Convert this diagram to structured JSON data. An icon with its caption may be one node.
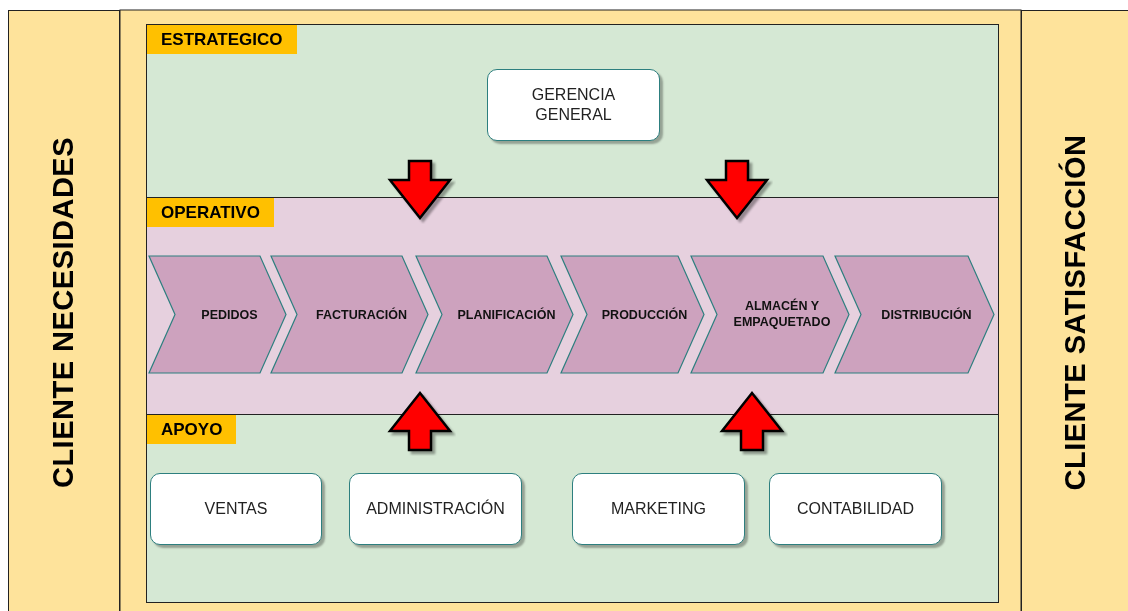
{
  "diagram": {
    "nodes": [
      {
        "text": [
          "CLIENTE NECESIDADES"
        ]
      },
      {
        "text": [
          "CLIENTE SATISFACCIÓN"
        ]
      },
      {
        "text": [
          "ESTRATEGICO"
        ]
      },
      {
        "text": [
          "GERENCIA GENERAL"
        ],
        "in": 2
      },
      {
        "text": [
          "OPERATIVO"
        ]
      },
      {
        "text": [
          "PEDIDOS"
        ],
        "in": 4
      },
      {
        "text": [
          "FACTURACIÓN"
        ],
        "in": 4
      },
      {
        "text": [
          "PLANIFICACIÓN"
        ],
        "in": 4
      },
      {
        "text": [
          "PRODUCCIÓN"
        ],
        "in": 4
      },
      {
        "text": [
          "ALMACÉN Y EMPAQUETADO"
        ],
        "in": 4
      },
      {
        "text": [
          "DISTRIBUCIÓN"
        ],
        "in": 4
      },
      {
        "text": [
          "APOYO"
        ]
      },
      {
        "text": [
          "VENTAS"
        ],
        "in": 11
      },
      {
        "text": [
          "ADMINISTRACIÓN"
        ],
        "in": 11
      },
      {
        "text": [
          "MARKETING"
        ],
        "in": 11
      },
      {
        "text": [
          "CONTABILIDAD"
        ],
        "in": 11
      }
    ],
    "edges": [
      {
        "from": 2,
        "to": 4,
        "arrow": "to",
        "style": "thick"
      },
      {
        "from": 2,
        "to": 4,
        "arrow": "to",
        "style": "thick"
      },
      {
        "from": 11,
        "to": 4,
        "arrow": "to",
        "style": "thick"
      },
      {
        "from": 11,
        "to": 4,
        "arrow": "to",
        "style": "thick"
      }
    ]
  }
}
